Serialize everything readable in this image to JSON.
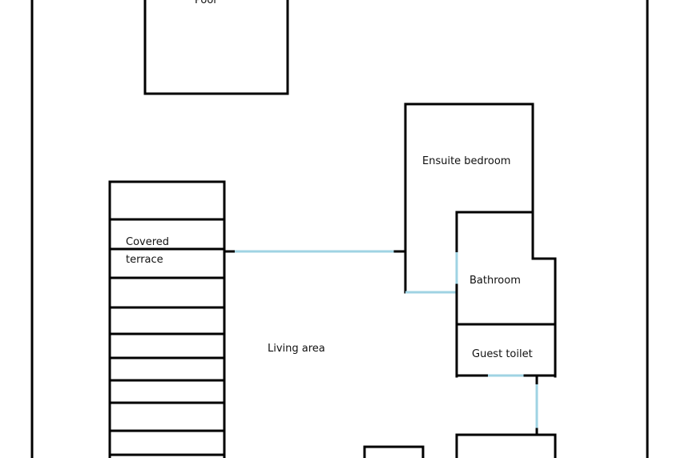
{
  "rooms": {
    "pool": "Pool",
    "ensuite_bedroom": "Ensuite bedroom",
    "covered_terrace_line1": "Covered",
    "covered_terrace_line2": "terrace",
    "bathroom": "Bathroom",
    "living_area": "Living area",
    "guest_toilet": "Guest toilet"
  },
  "colors": {
    "wall": "#000000",
    "door_opening": "#9fd3e3"
  }
}
